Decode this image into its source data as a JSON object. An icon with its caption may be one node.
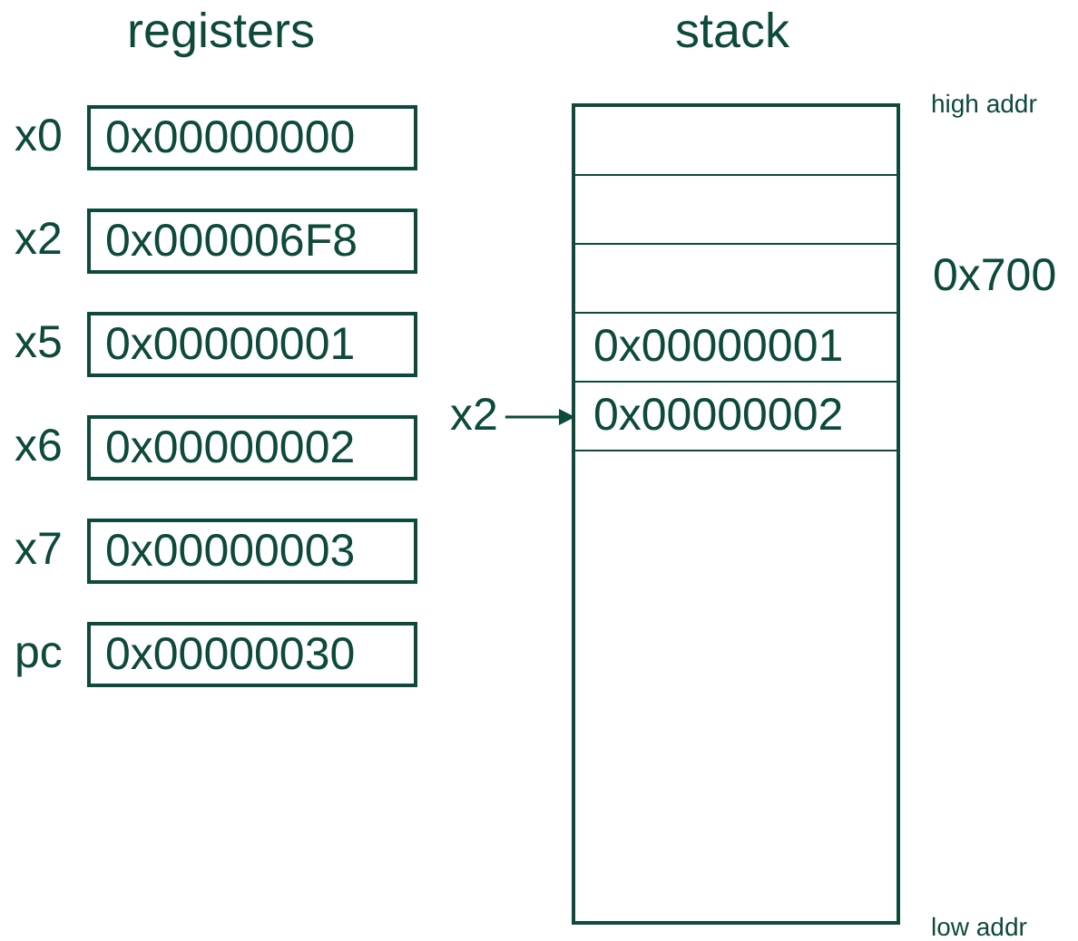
{
  "diagram": {
    "nodes": [
      {
        "text": [
          "0x00000000"
        ],
        "beside": [
          "x0"
        ]
      },
      {
        "text": [
          "0x000006F8"
        ],
        "beside": [
          "x2"
        ]
      },
      {
        "text": [
          "0x00000001"
        ],
        "beside": [
          "x5"
        ]
      },
      {
        "text": [
          "0x00000002"
        ],
        "beside": [
          "x6"
        ]
      },
      {
        "text": [
          "0x00000003"
        ],
        "beside": [
          "x7"
        ]
      },
      {
        "text": [
          "0x00000030"
        ],
        "beside": [
          "pc"
        ]
      },
      {
        "text": [],
        "shape": "box"
      },
      {
        "text": [],
        "shape": "box",
        "in": 6
      },
      {
        "text": [],
        "shape": "box",
        "in": 6
      },
      {
        "text": [],
        "shape": "box",
        "in": 6
      },
      {
        "text": [
          "0x00000001"
        ],
        "in": 6
      },
      {
        "text": [
          "0x00000002"
        ],
        "in": 6
      },
      {
        "text": [
          "x2"
        ]
      }
    ],
    "edges": [
      {
        "from": 12,
        "to": 11,
        "arrow": "to"
      }
    ],
    "labels": [
      "registers",
      "stack",
      "high addr",
      "0x700",
      "low addr"
    ]
  }
}
